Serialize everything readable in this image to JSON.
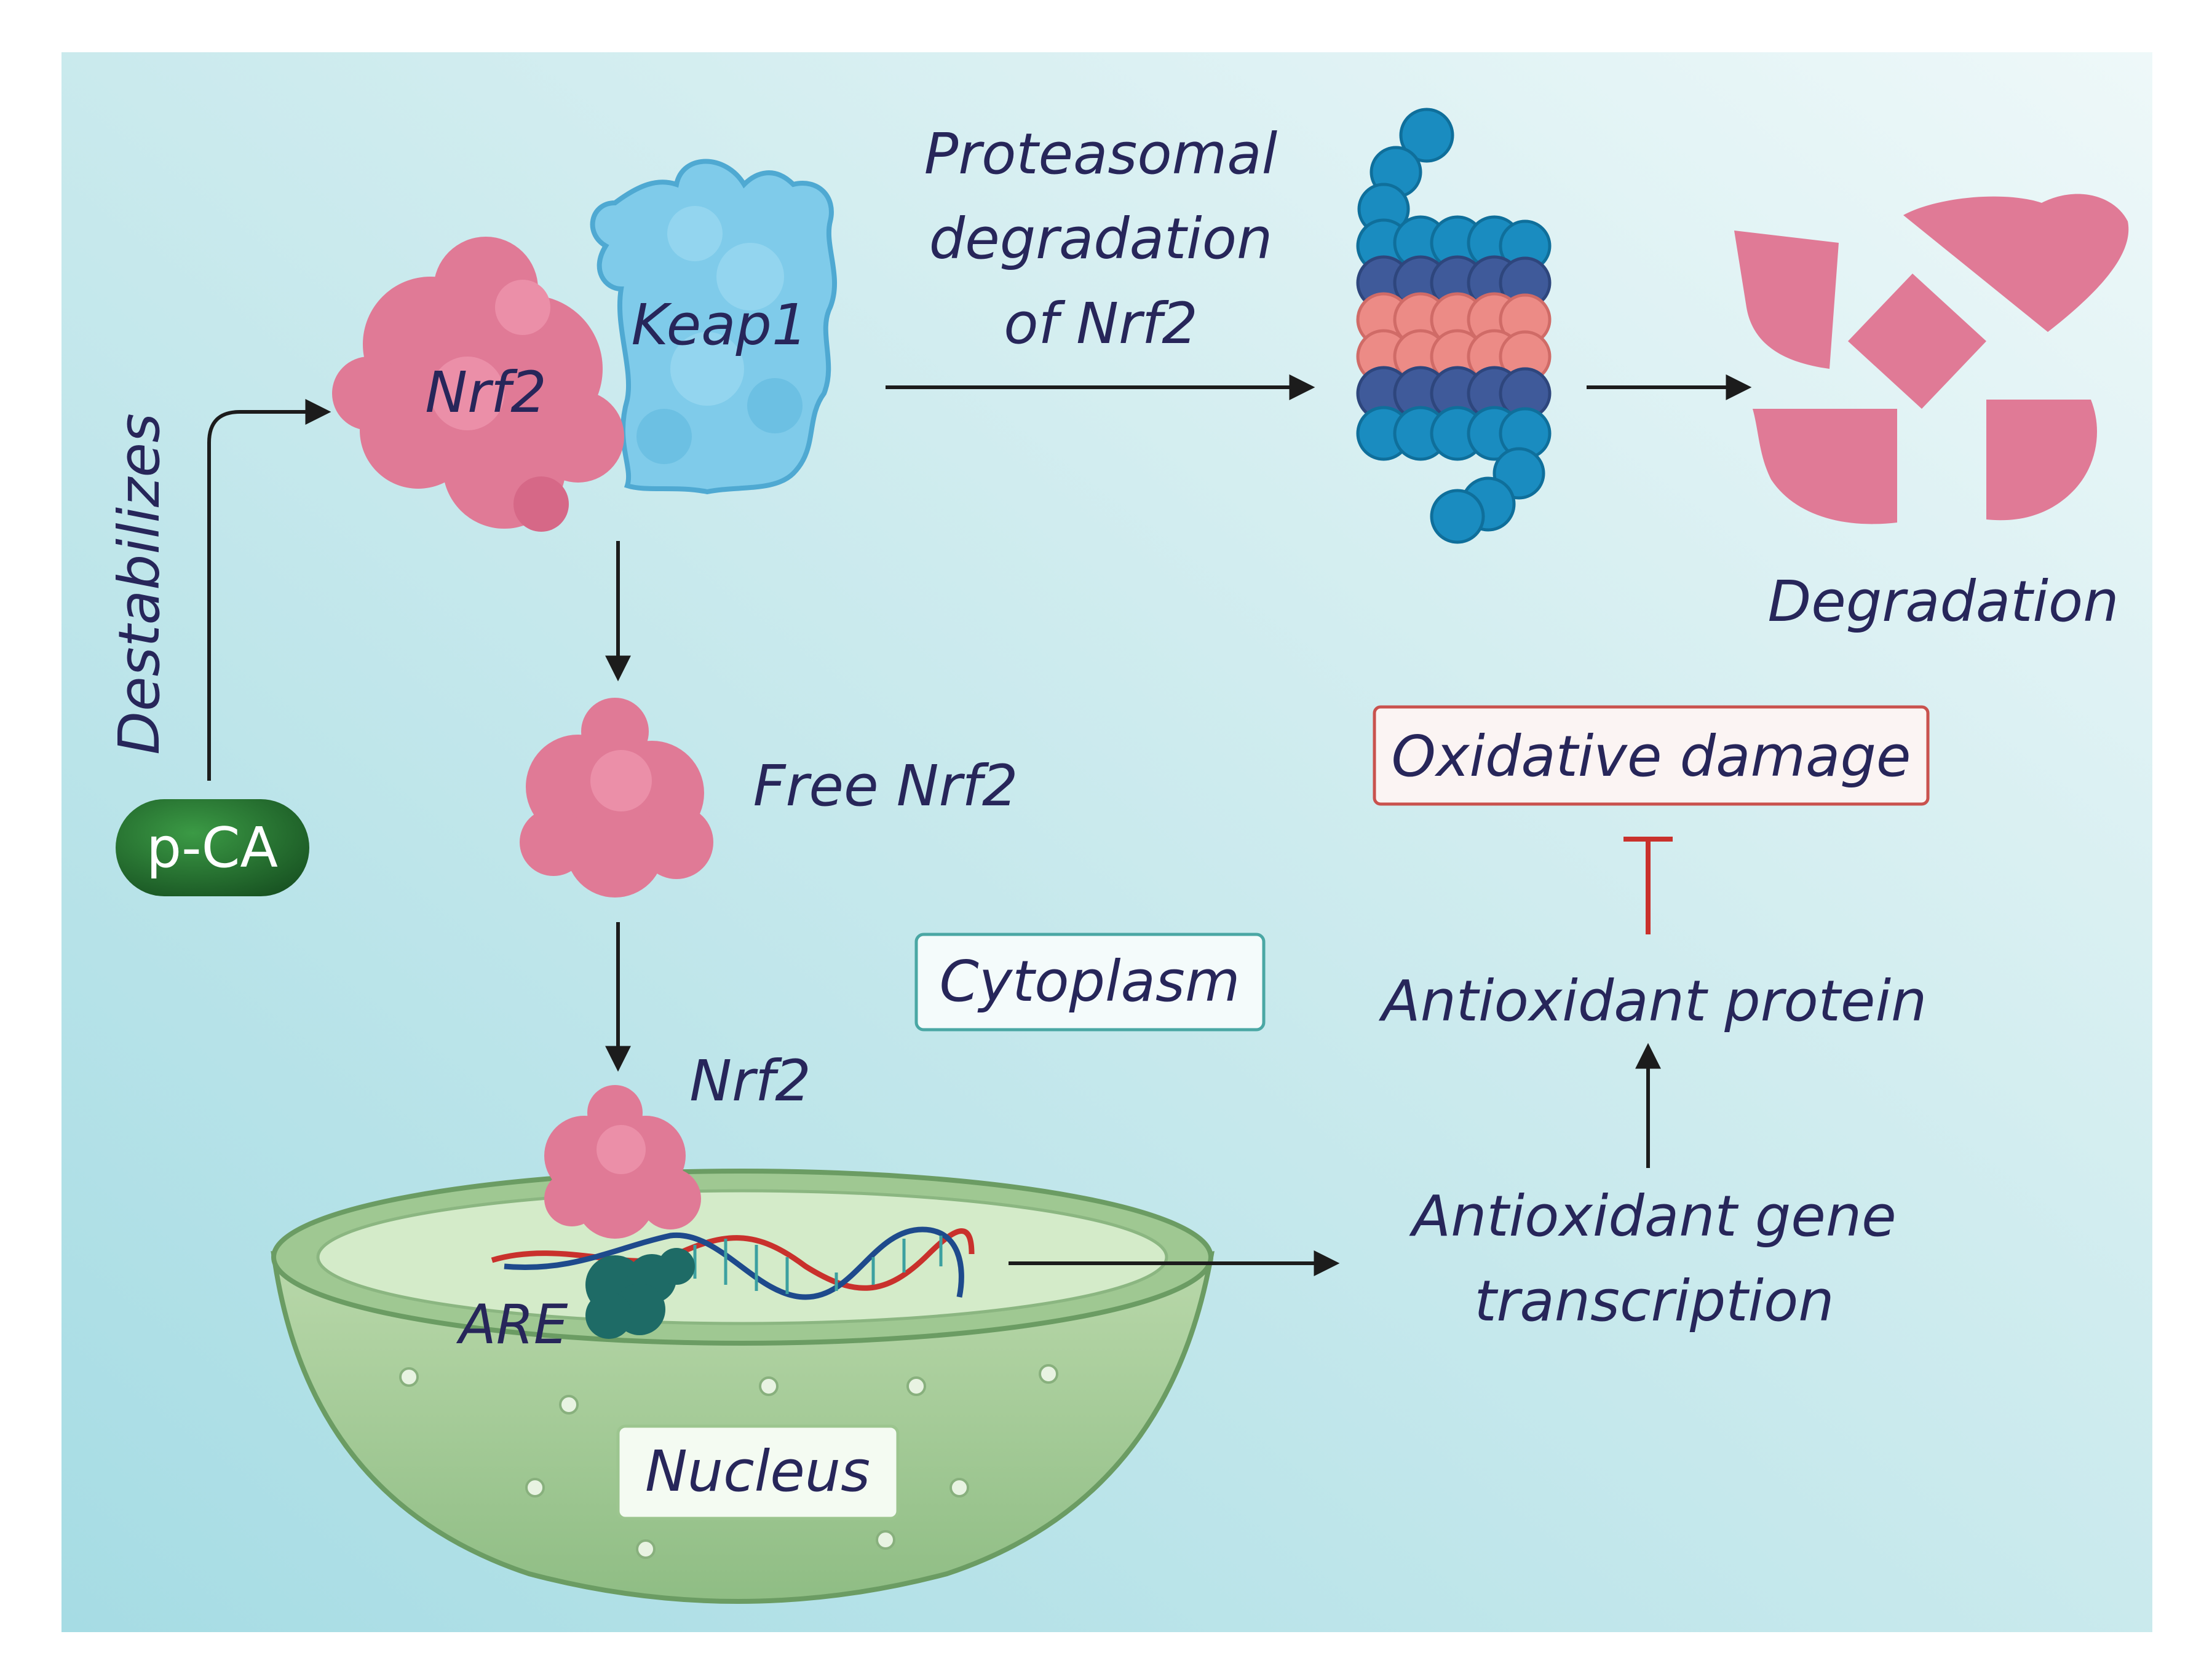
{
  "labels": {
    "nrf2_complex": "Nrf2",
    "keap1": "Keap1",
    "proteasomal_line1": "Proteasomal",
    "proteasomal_line2": "degradation",
    "proteasomal_line3": "of Nrf2",
    "degradation": "Degradation",
    "destabilizes": "Destabilizes",
    "pca": "p-CA",
    "free_nrf2": "Free Nrf2",
    "nrf2_nuclear": "Nrf2",
    "cytoplasm": "Cytoplasm",
    "oxidative_damage": "Oxidative damage",
    "antioxidant_protein": "Antioxidant protein",
    "antioxidant_gene_line1": "Antioxidant gene",
    "antioxidant_gene_line2": "transcription",
    "are": "ARE",
    "nucleus": "Nucleus"
  },
  "colors": {
    "background_left": "#a9dfe6",
    "background_right": "#e4f5f7",
    "nrf2": "#e07a96",
    "keap1": "#7fcbea",
    "proteasome_blue": "#1a8cc0",
    "proteasome_navy": "#3f5a9a",
    "proteasome_salmon": "#ec8b86",
    "pca_pill": "#1f6e2c",
    "nucleus": "#a8cc9a",
    "oxidative_box_border": "#c9524e",
    "inhibit_bar": "#c9312c",
    "text": "#27265a"
  }
}
